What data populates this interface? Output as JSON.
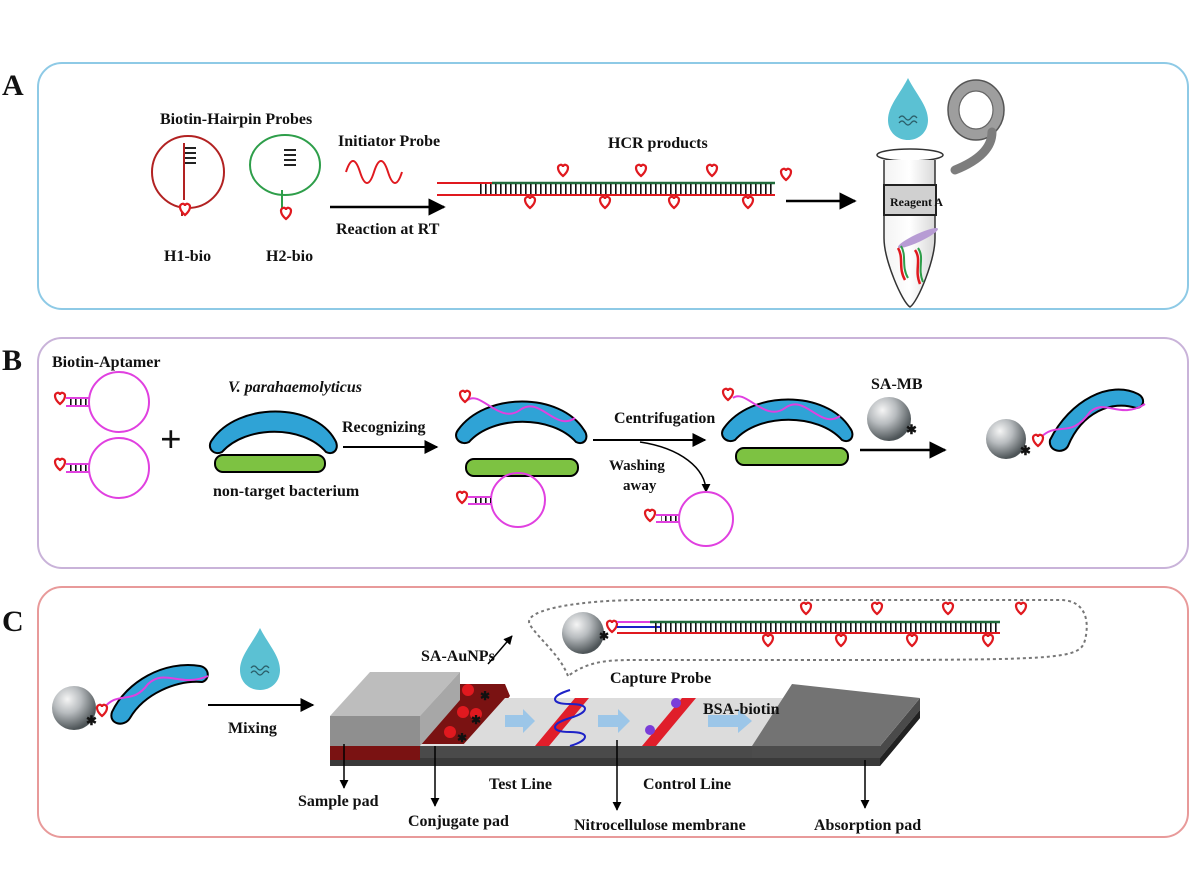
{
  "panels": {
    "a": {
      "letter": "A",
      "labels": {
        "hairpin_probes": "Biotin-Hairpin Probes",
        "initiator_probe": "Initiator Probe",
        "hcr_products": "HCR products",
        "reaction": "Reaction at RT",
        "h1": "H1-bio",
        "h2": "H2-bio",
        "reagent": "Reagent A"
      }
    },
    "b": {
      "letter": "B",
      "labels": {
        "biotin_aptamer": "Biotin-Aptamer",
        "target": "V. parahaemolyticus",
        "nontarget": "non-target  bacterium",
        "recognizing": "Recognizing",
        "centrifugation": "Centrifugation",
        "washing1": "Washing",
        "washing2": "away",
        "sa_mb": "SA-MB",
        "plus": "+"
      }
    },
    "c": {
      "letter": "C",
      "labels": {
        "mixing": "Mixing",
        "sa_aunps": "SA-AuNPs",
        "capture_probe": "Capture Probe",
        "bsa_biotin": "BSA-biotin",
        "test_line": "Test Line",
        "control_line": "Control Line",
        "sample_pad": "Sample pad",
        "conjugate_pad": "Conjugate pad",
        "nitro": "Nitrocellulose membrane",
        "absorption_pad": "Absorption pad"
      }
    }
  },
  "colors": {
    "panel_a_border": "#8ecae6",
    "panel_b_border": "#c9b3d9",
    "panel_c_border": "#e89a9a",
    "h1_probe": "#b22222",
    "h2_probe": "#2e9e4a",
    "biotin": "#e0191f",
    "aptamer": "#e040e0",
    "target_bacterium": "#2fa3d6",
    "nontarget_bacterium": "#7dc242",
    "droplet": "#5bc1d3",
    "test_line": "#e01e2a",
    "flow_arrow": "#9cc6e8"
  },
  "icons": [
    "biotin-heart-icon",
    "magnetic-bead-icon",
    "droplet-icon",
    "magnet-ring-icon",
    "tube-icon",
    "test-strip-icon"
  ]
}
